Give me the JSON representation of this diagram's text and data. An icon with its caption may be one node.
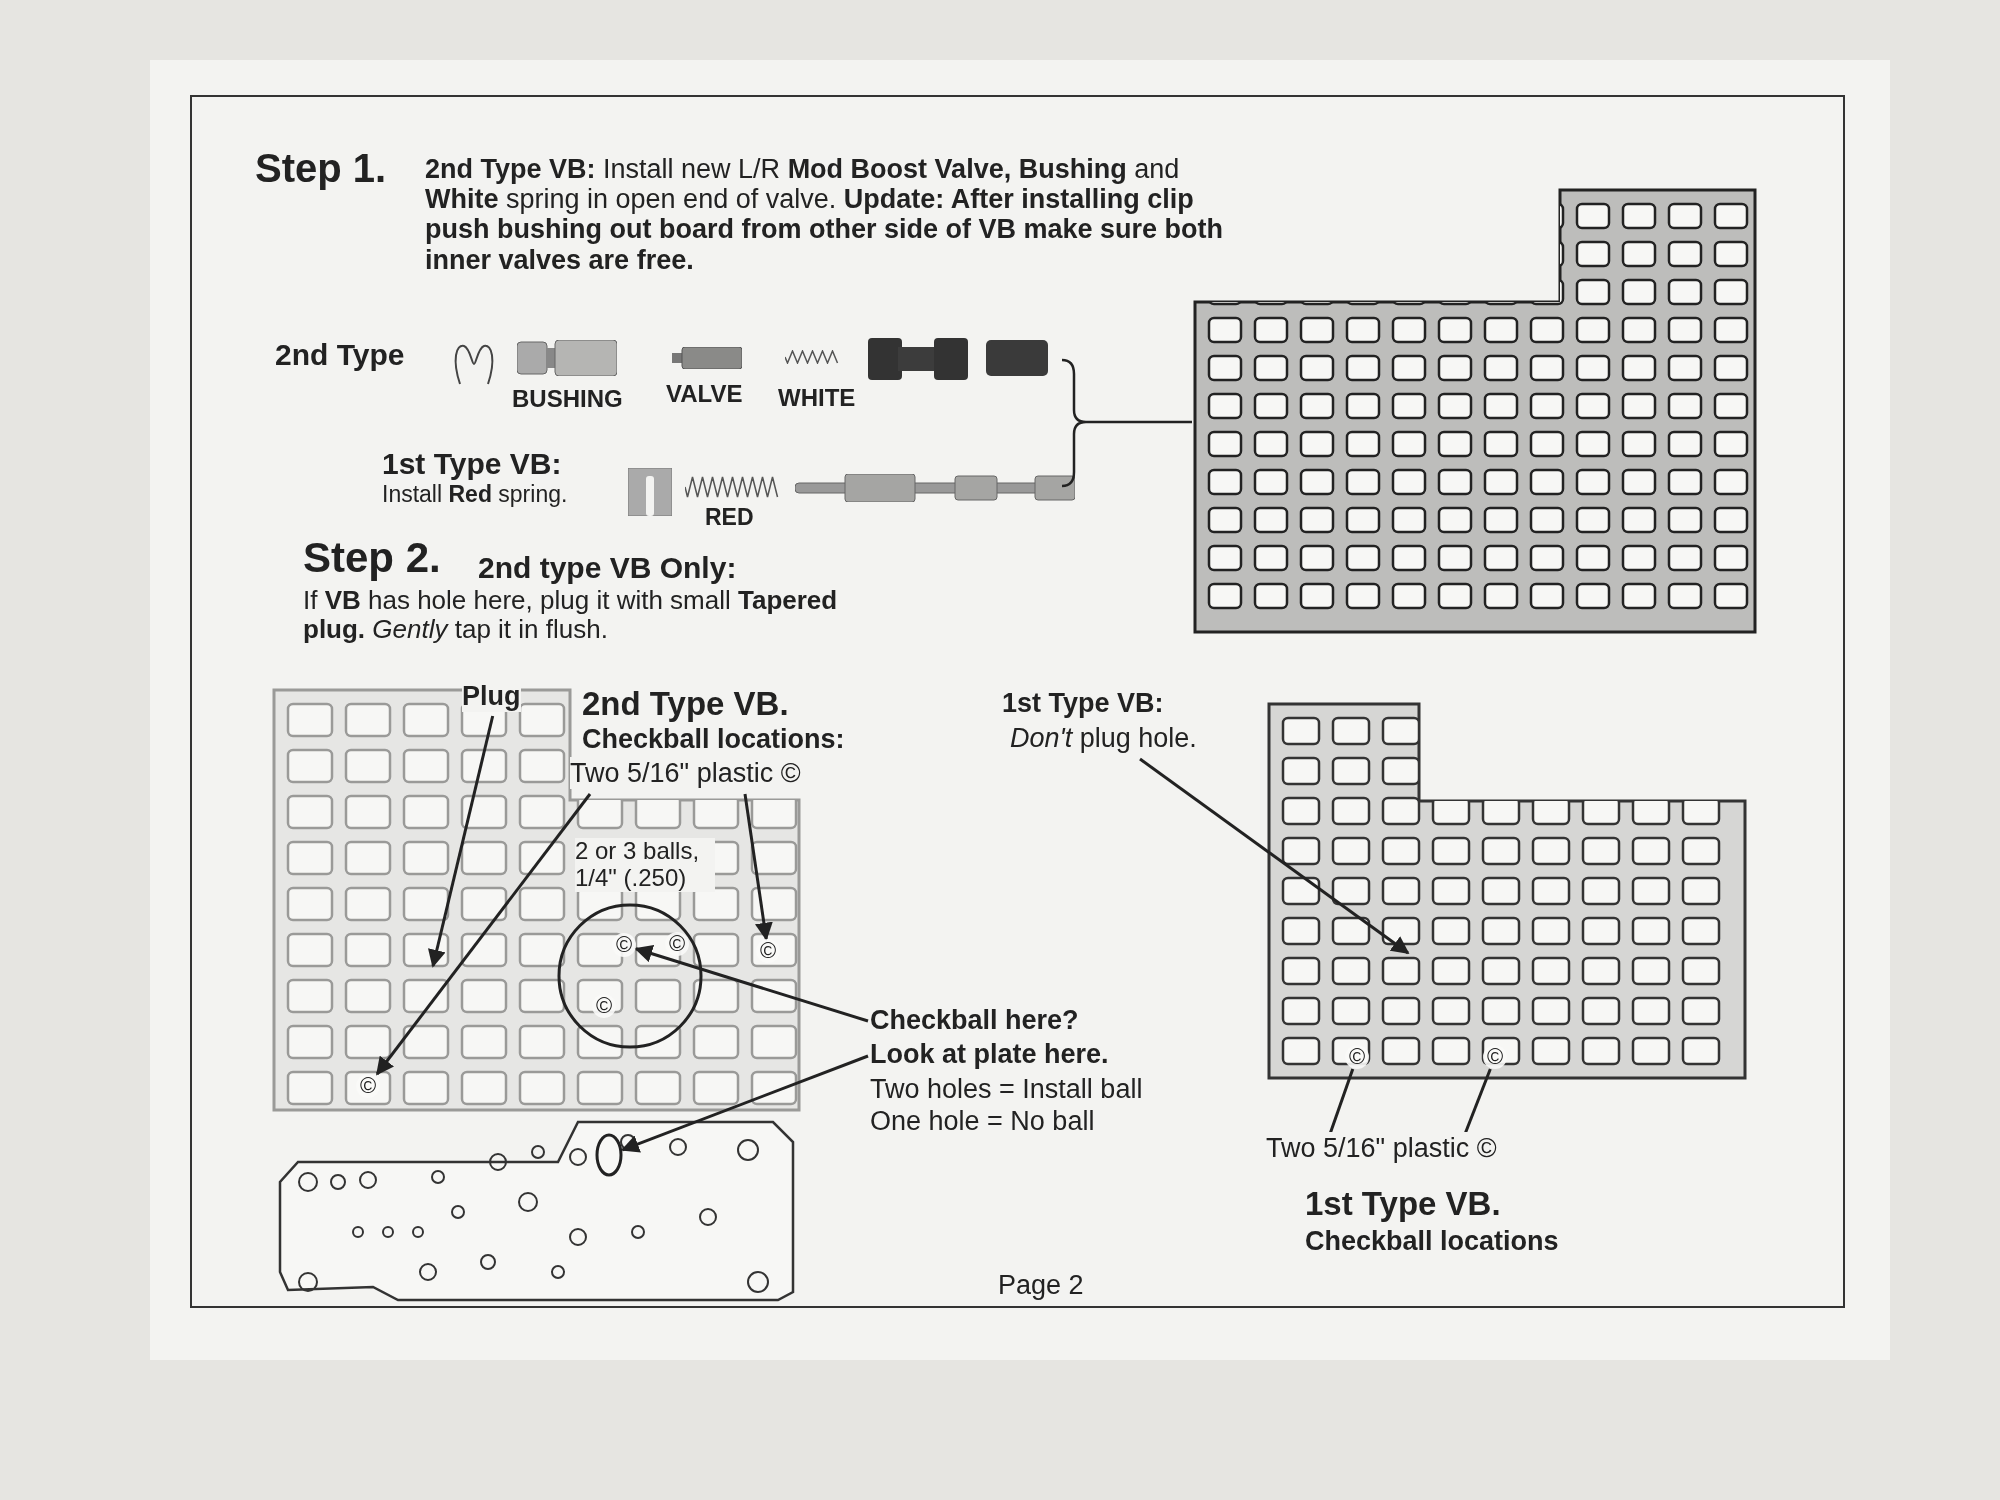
{
  "diagram": {
    "nodes": [
      {
        "text": [],
        "shape": "picture"
      },
      {
        "text": [],
        "shape": "circle",
        "in": 0
      },
      {
        "text": [
          "©"
        ],
        "in": 1
      },
      {
        "text": [
          "©"
        ],
        "in": 1
      },
      {
        "text": [
          "©"
        ],
        "in": 1
      },
      {
        "text": [
          "©"
        ],
        "in": 0
      },
      {
        "text": [
          "©"
        ],
        "in": 0
      },
      {
        "text": [
          "Plug"
        ]
      },
      {
        "text": [
          "Two 5/16\" plastic ©"
        ]
      },
      {
        "text": [
          "Checkball here?"
        ]
      },
      {
        "text": [
          "Look at plate here."
        ]
      },
      {
        "text": [],
        "shape": "picture"
      },
      {
        "text": [],
        "shape": "circle",
        "in": 11
      },
      {
        "text": [],
        "shape": "picture"
      },
      {
        "text": [
          "©"
        ],
        "in": 13
      },
      {
        "text": [
          "©"
        ],
        "in": 13
      },
      {
        "text": [
          "*Don't* plug hole."
        ]
      },
      {
        "text": [
          "Two 5/16\" plastic ©"
        ]
      }
    ],
    "edges": [
      {
        "from": 7,
        "to": null,
        "arrow": "to"
      },
      {
        "from": 8,
        "to": 6,
        "arrow": "to"
      },
      {
        "from": 8,
        "to": 5,
        "arrow": "to"
      },
      {
        "from": 9,
        "to": 2,
        "arrow": "to"
      },
      {
        "from": 10,
        "to": 12,
        "arrow": "to"
      },
      {
        "from": 16,
        "to": null,
        "arrow": "to"
      },
      {
        "from": 17,
        "to": 14,
        "arrow": "none"
      },
      {
        "from": 17,
        "to": 15,
        "arrow": "none"
      }
    ],
    "labels": [
      "Step 1.",
      "**2nd Type VB:** Install new L/R **Mod Boost Valve, Bushing** and **White** spring in open end of valve. **Update: After installing clip push bushing out board from other side of VB make sure both inner valves are free.**",
      "2nd Type",
      "BUSHING",
      "VALVE",
      "WHITE",
      "1st Type VB:",
      "Install **Red** spring.",
      "RED",
      "Step 2.",
      "2nd type VB Only:",
      "If **VB** has hole here, plug it with small **Tapered plug.** *Gently* tap it in flush.",
      "2nd Type VB.",
      "Checkball locations:",
      "2 or 3 balls, 1/4\" (.250)",
      "Two holes = Install ball",
      "One hole = No ball",
      "1st Type VB:",
      "Page 2",
      "1st Type VB.",
      "Checkball locations"
    ]
  }
}
